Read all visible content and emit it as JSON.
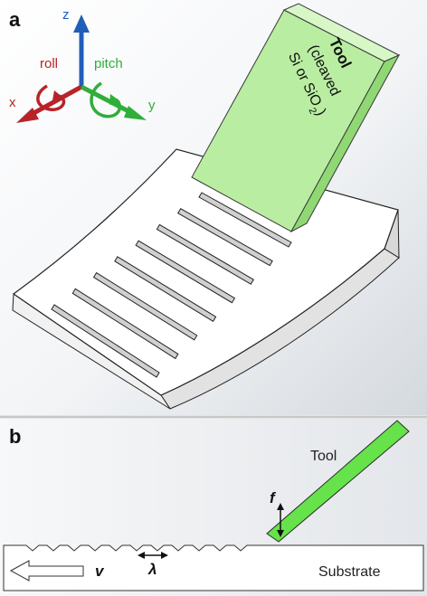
{
  "panel_a": {
    "label": "a",
    "axes": {
      "z": "z",
      "x": "x",
      "y": "y",
      "roll": "roll",
      "pitch": "pitch"
    },
    "tool": {
      "title": "Tool",
      "line1": "(cleaved",
      "line2": "Si or SiO",
      "sub": "2",
      "close": ")"
    },
    "groove_count": 8
  },
  "panel_b": {
    "label": "b",
    "tool": "Tool",
    "force": "f",
    "wavelength": "λ",
    "velocity": "v",
    "substrate": "Substrate",
    "notch_count": 11
  },
  "colors": {
    "axis_z": "#1f5fb8",
    "axis_x": "#b8232a",
    "axis_y": "#2fae3a",
    "tool_green": "#b9eea2",
    "tool_bright": "#66e24a"
  }
}
